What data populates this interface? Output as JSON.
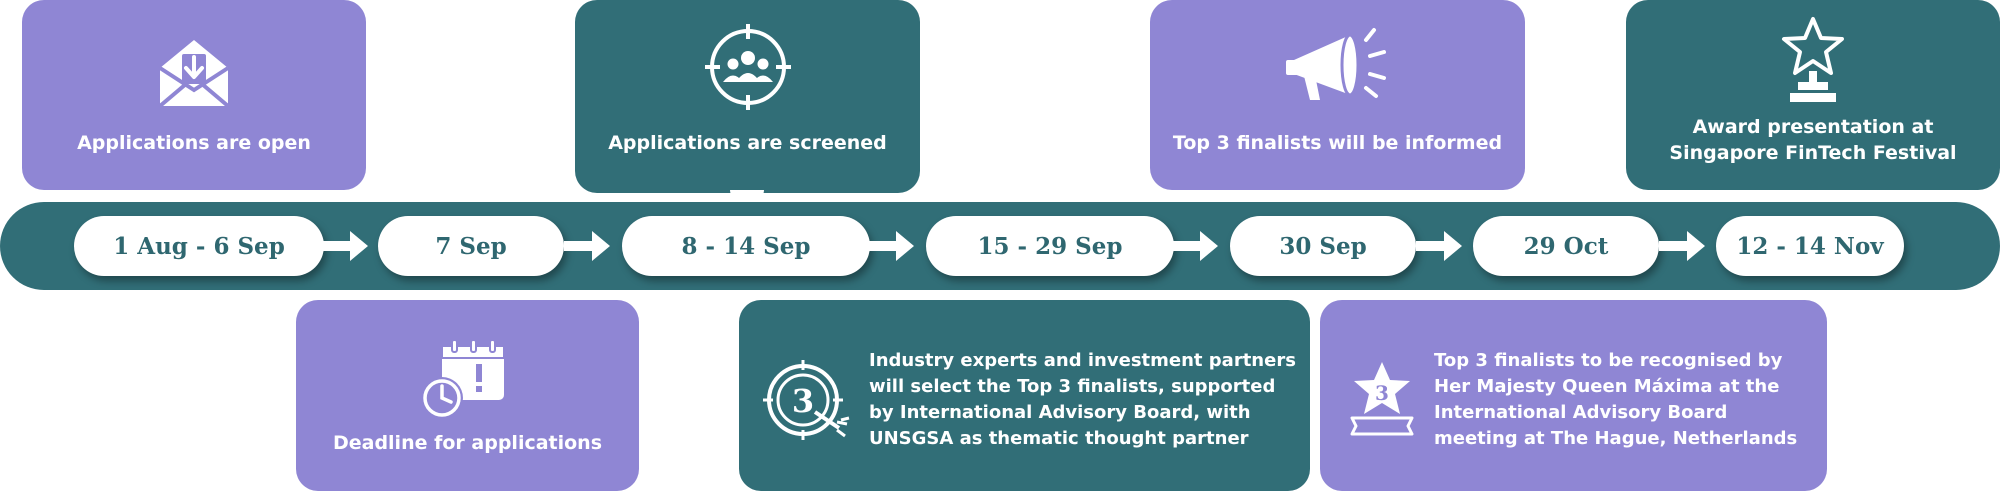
{
  "timeline": {
    "dates": [
      "1 Aug - 6 Sep",
      "7 Sep",
      "8 - 14 Sep",
      "15 - 29 Sep",
      "30 Sep",
      "29 Oct",
      "12 - 14 Nov"
    ]
  },
  "cards": {
    "open": "Applications are open",
    "deadline": "Deadline for applications",
    "screened": "Applications are screened",
    "selection": [
      "Industry experts and investment partners",
      "will select the Top 3 finalists, supported",
      "by International Advisory Board, with",
      "UNSGSA as thematic thought partner"
    ],
    "informed": "Top 3 finalists will be informed",
    "recognised": [
      "Top 3 finalists to be recognised by",
      "Her Majesty Queen Máxima at the",
      "International Advisory Board",
      "meeting at The Hague, Netherlands"
    ],
    "award": [
      "Award presentation at",
      "Singapore FinTech Festival"
    ]
  },
  "icon_labels": {
    "top3_digit": "3",
    "star_digit": "3"
  },
  "colors": {
    "purple": "#8f86d4",
    "teal": "#316e77",
    "pill_text": "#2f6770",
    "background": "#ffffff"
  },
  "icons": [
    "envelope-download-icon",
    "calendar-clock-alert-icon",
    "team-target-icon",
    "target-3-arrow-icon",
    "megaphone-icon",
    "star-badge-3-icon",
    "star-trophy-icon"
  ]
}
